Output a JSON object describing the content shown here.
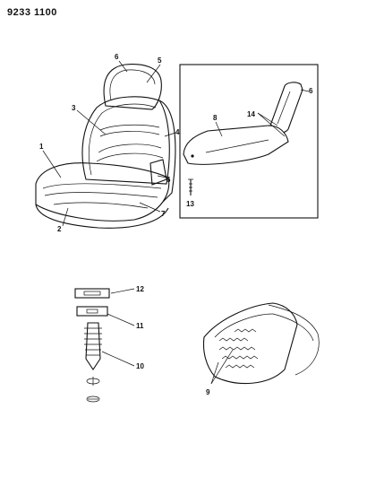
{
  "diagram": {
    "part_number": "9233 1100",
    "callouts": [
      "1",
      "2",
      "3",
      "4",
      "5",
      "6",
      "6",
      "6",
      "7",
      "8",
      "9",
      "10",
      "11",
      "12",
      "13",
      "14"
    ]
  }
}
